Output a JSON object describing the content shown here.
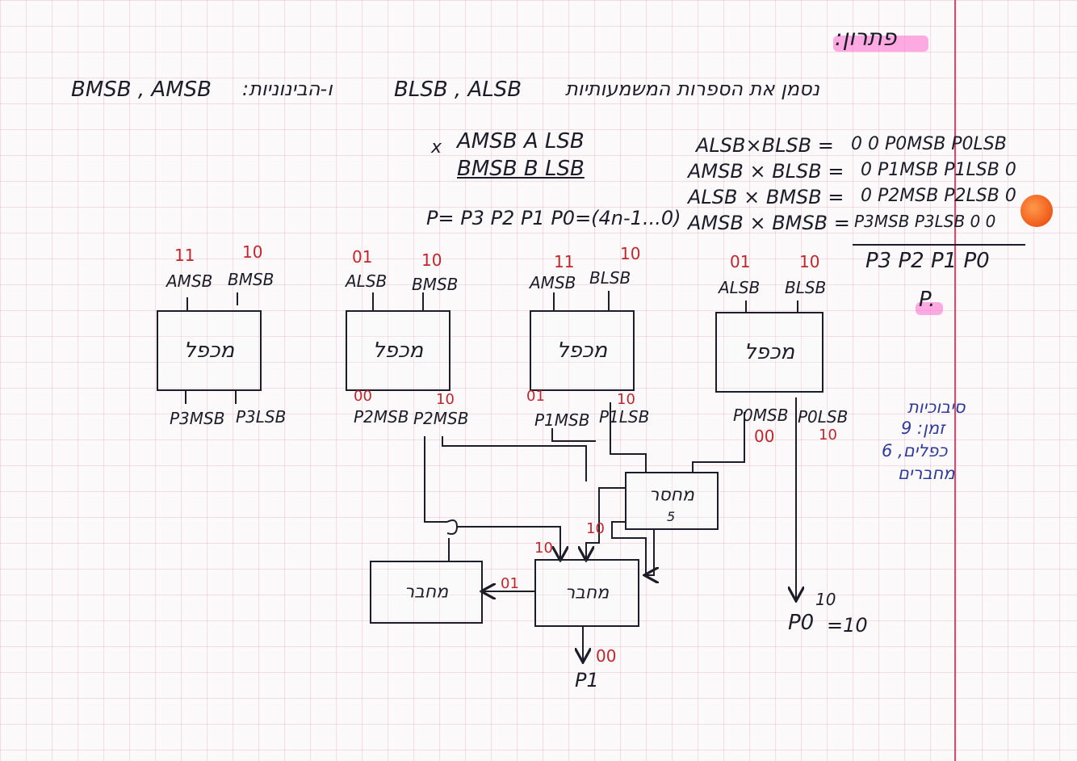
{
  "header": {
    "title": "פתרון:"
  },
  "intro": {
    "hebrew": "נסמן את הספרות המשמעותיות",
    "lsb_pair": "BLSB , ALSB",
    "hebrew2": "ו-הבינוניות:",
    "msb_pair": "BMSB , AMSB"
  },
  "multiplication": {
    "operand_a": "AMSB A LSB",
    "operand_b": "BMSB B LSB",
    "times_sign": "x",
    "product_formula": "P= P3 P2 P1 P0=(4n-1...0)",
    "rows": [
      {
        "expr": "ALSB×BLSB =",
        "vals": "0 0  P0MSB  P0LSB"
      },
      {
        "expr": "AMSB × BLSB =",
        "vals": "0  P1MSB  P1LSB  0"
      },
      {
        "expr": "ALSB × BMSB =",
        "vals": "0  P2MSB  P2LSB  0"
      },
      {
        "expr": "AMSB × BMSB =",
        "vals": "P3MSB  P3LSB  0  0"
      }
    ],
    "result_row": "P3 P2 P1 P0"
  },
  "side_note": {
    "letter": "P.",
    "text": [
      "סיבוכיות",
      "זמן: 9",
      "כפלים, 6",
      "מחברים"
    ]
  },
  "multipliers": [
    {
      "label": "מכפל",
      "in_left": "AMSB",
      "in_right": "BMSB",
      "val_left": "11",
      "val_right": "10",
      "out_left": "P3MSB",
      "out_right": "P3LSB",
      "outv_left": "",
      "outv_right": ""
    },
    {
      "label": "מכפל",
      "in_left": "ALSB",
      "in_right": "BMSB",
      "val_left": "01",
      "val_right": "10",
      "out_left": "P2MSB",
      "out_right": "P2MSB",
      "outv_left": "00",
      "outv_right": "10"
    },
    {
      "label": "מכפל",
      "in_left": "AMSB",
      "in_right": "BLSB",
      "val_left": "11",
      "val_right": "10",
      "out_left": "P1MSB",
      "out_right": "P1LSB",
      "outv_left": "01",
      "outv_right": "10"
    },
    {
      "label": "מכפל",
      "in_left": "ALSB",
      "in_right": "BLSB",
      "val_left": "01",
      "val_right": "10",
      "out_left": "P0MSB",
      "out_right": "P0LSB",
      "outv_left": "00",
      "outv_right": "10"
    }
  ],
  "adders": {
    "subtractor": {
      "label": "מחסר",
      "sub": "5"
    },
    "adder_main": {
      "label": "מחבר"
    },
    "adder_left": {
      "label": "מחבר"
    }
  },
  "wire_values": {
    "into_main_a": "10",
    "into_main_b": "10",
    "main_to_left": "01",
    "main_out": "00",
    "p0_val": "10"
  },
  "outputs": {
    "p1": "P1",
    "p0": "P0",
    "p0_eq": "=10"
  },
  "colors": {
    "ink": "#1d1d2a",
    "red_ink": "#c0262c",
    "grid": "#da96a5",
    "margin": "#c9506e",
    "highlight": "#ff69cd"
  }
}
